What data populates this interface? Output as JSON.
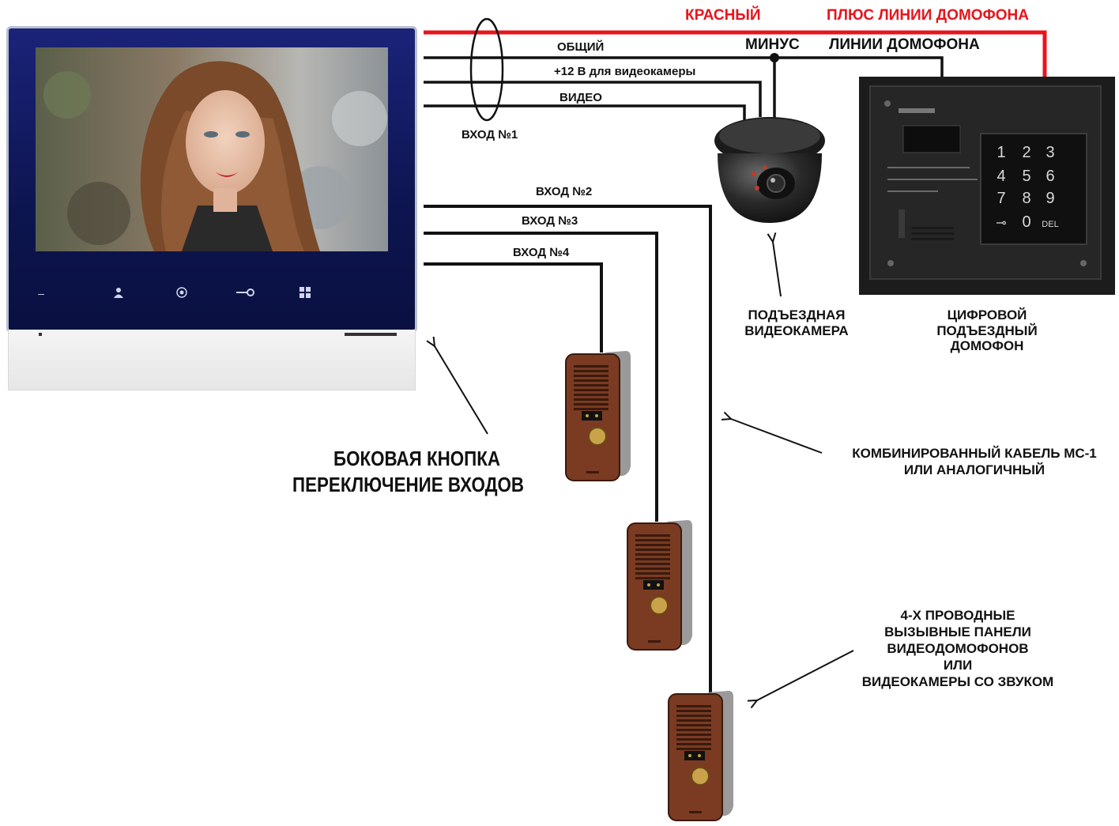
{
  "labels": {
    "red": "КРАСНЫЙ",
    "plus_line": "ПЛЮС  ЛИНИИ ДОМОФОНА",
    "minus": "МИНУС",
    "minus_line": "ЛИНИИ ДОМОФОНА",
    "common": "ОБЩИЙ",
    "plus12": "+12 В для видеокамеры",
    "video": "ВИДЕО",
    "input1": "ВХОД №1",
    "input2": "ВХОД №2",
    "input3": "ВХОД №3",
    "input4": "ВХОД №4",
    "camera_caption": "ПОДЪЕЗДНАЯ ВИДЕОКАМЕРА",
    "intercom_caption": "ЦИФРОВОЙ ПОДЪЕЗДНЫЙ ДОМОФОН",
    "side_button_line1": "БОКОВАЯ КНОПКА",
    "side_button_line2": "ПЕРЕКЛЮЧЕНИЕ  ВХОДОВ",
    "cable_line1": "КОМБИНИРОВАННЫЙ КАБЕЛЬ МС-1",
    "cable_line2": "ИЛИ АНАЛОГИЧНЫЙ",
    "panels_line1": "4-Х ПРОВОДНЫЕ",
    "panels_line2": "ВЫЗЫВНЫЕ ПАНЕЛИ",
    "panels_line3": "ВИДЕОДОМОФОНОВ",
    "panels_line4": "ИЛИ",
    "panels_line5": "ВИДЕОКАМЕРЫ СО ЗВУКОМ"
  },
  "keypad": [
    "1",
    "2",
    "3",
    "4",
    "5",
    "6",
    "7",
    "8",
    "9",
    "⊸",
    "0",
    "DEL"
  ],
  "colors": {
    "red_wire": "#e8141c",
    "black_wire": "#111111",
    "monitor": "#0d1550",
    "copper": "#7a3b22"
  },
  "icons": {
    "monitor_buttons": [
      "minus-icon",
      "person-icon",
      "circle-icon",
      "key-icon",
      "grid-icon"
    ]
  }
}
